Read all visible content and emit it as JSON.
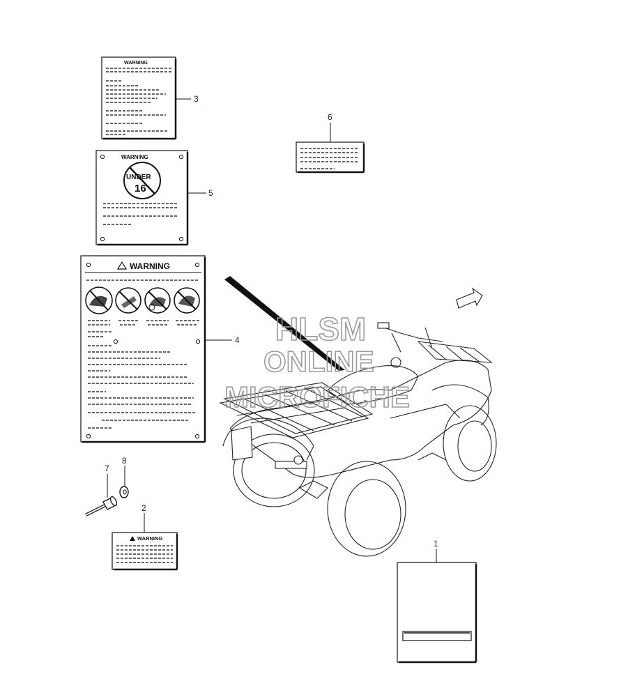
{
  "callouts": [
    "1",
    "2",
    "3",
    "4",
    "5",
    "6",
    "7",
    "8"
  ],
  "labels": {
    "warning_small": "WARNING",
    "warning_large": "WARNING",
    "under_text": "UNDER",
    "under_age": "16"
  },
  "watermark": {
    "line1": "HLSM",
    "line2": "ONLINE",
    "line3": "MICROFICHE"
  }
}
